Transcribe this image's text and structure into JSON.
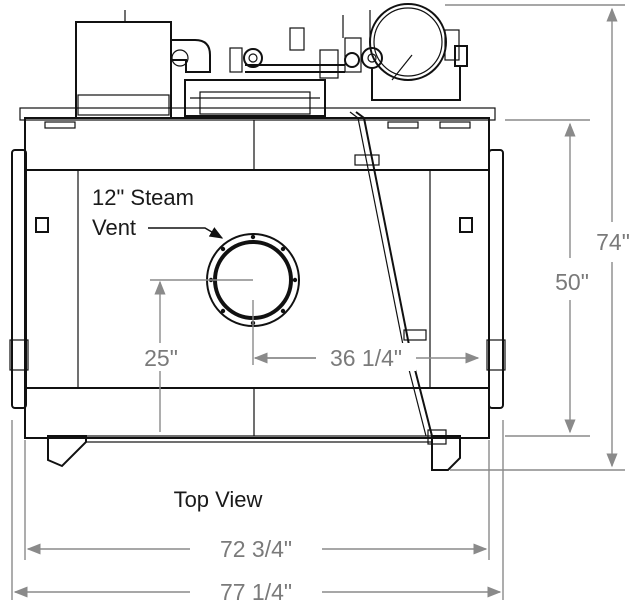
{
  "labels": {
    "vent_line1": "12\" Steam",
    "vent_line2": "Vent",
    "view": "Top View"
  },
  "dimensions": {
    "total_height": "74\"",
    "body_height": "50\"",
    "vent_from_front": "25\"",
    "vent_from_side": "36 1/4\"",
    "body_width": "72 3/4\"",
    "total_width": "77 1/4\""
  },
  "colors": {
    "linework": "#111111",
    "dimension": "#8a8a8a",
    "background": "#ffffff"
  }
}
